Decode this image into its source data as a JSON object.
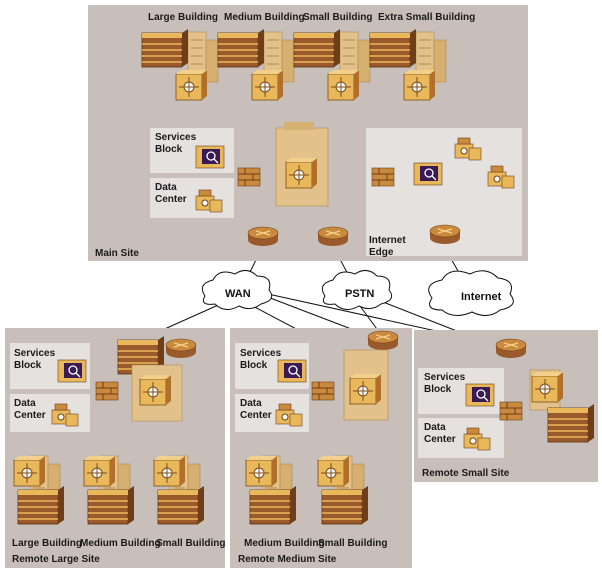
{
  "main_site": {
    "label": "Main Site",
    "buildings": [
      "Large Building",
      "Medium Building",
      "Small Building",
      "Extra Small Building"
    ],
    "services_block_line1": "Services",
    "services_block_line2": "Block",
    "data_center_line1": "Data",
    "data_center_line2": "Center",
    "internet_edge_line1": "Internet",
    "internet_edge_line2": "Edge"
  },
  "clouds": {
    "wan": "WAN",
    "pstn": "PSTN",
    "internet": "Internet"
  },
  "remote_large": {
    "label": "Remote Large Site",
    "buildings": [
      "Large Building",
      "Medium Building",
      "Small Building"
    ],
    "services_block_line1": "Services",
    "services_block_line2": "Block",
    "data_center_line1": "Data",
    "data_center_line2": "Center"
  },
  "remote_medium": {
    "label": "Remote Medium Site",
    "buildings": [
      "Medium Building",
      "Small Building"
    ],
    "services_block_line1": "Services",
    "services_block_line2": "Block",
    "data_center_line1": "Data",
    "data_center_line2": "Center"
  },
  "remote_small": {
    "label": "Remote Small Site",
    "services_block_line1": "Services",
    "services_block_line2": "Block",
    "data_center_line1": "Data",
    "data_center_line2": "Center"
  },
  "colors": {
    "panel": "#c9bfba",
    "subpanel": "#e4e1df",
    "device_dark": "#9a5a2c",
    "device_mid": "#c98a3e",
    "device_light": "#e9b85a",
    "building": "#e2c28a",
    "line": "#111111"
  }
}
